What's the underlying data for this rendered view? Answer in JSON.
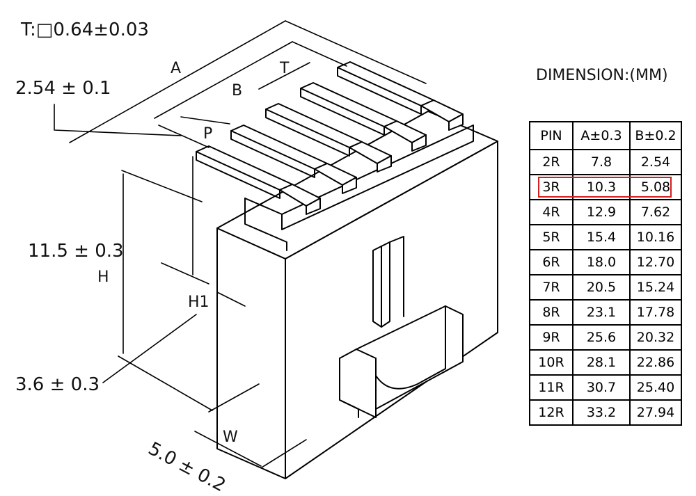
{
  "tolerance_note": "T:□0.64±0.03",
  "pitch_label": "2.54 ± 0.1",
  "height_label": "11.5 ± 0.3",
  "height_symbol": "H",
  "h1_symbol": "H1",
  "h1_label": "3.6 ± 0.3",
  "width_label": "5.0 ± 0.2",
  "width_symbol": "W",
  "dim_a": "A",
  "dim_b": "B",
  "dim_t": "T",
  "dim_p": "P",
  "table_title": "DIMENSION:(MM)",
  "table": {
    "headers": [
      "PIN",
      "A±0.3",
      "B±0.2"
    ],
    "rows": [
      [
        "2R",
        "7.8",
        "2.54"
      ],
      [
        "3R",
        "10.3",
        "5.08"
      ],
      [
        "4R",
        "12.9",
        "7.62"
      ],
      [
        "5R",
        "15.4",
        "10.16"
      ],
      [
        "6R",
        "18.0",
        "12.70"
      ],
      [
        "7R",
        "20.5",
        "15.24"
      ],
      [
        "8R",
        "23.1",
        "17.78"
      ],
      [
        "9R",
        "25.6",
        "20.32"
      ],
      [
        "10R",
        "28.1",
        "22.86"
      ],
      [
        "11R",
        "30.7",
        "25.40"
      ],
      [
        "12R",
        "33.2",
        "27.94"
      ]
    ],
    "highlighted_row": "3R"
  },
  "colors": {
    "line": "#000000",
    "highlight": "#d21f1f"
  }
}
